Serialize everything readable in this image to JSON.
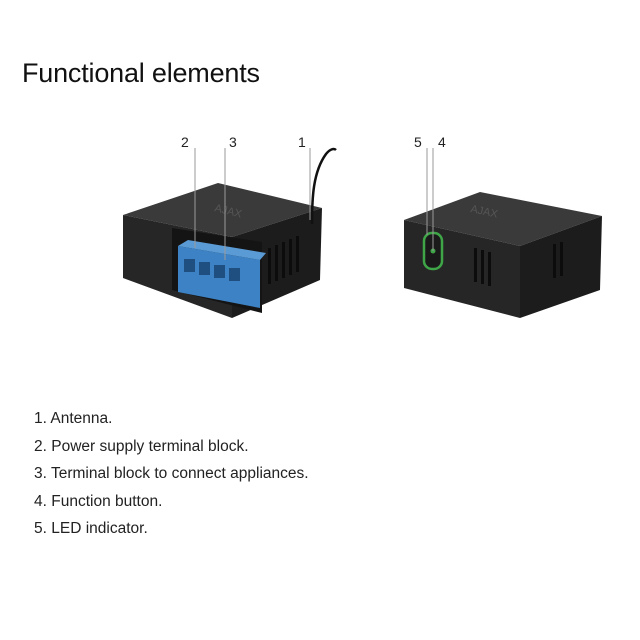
{
  "heading": "Functional elements",
  "logo_text": "AJAX",
  "callouts": {
    "antenna": "1",
    "power_block": "2",
    "appliance_block": "3",
    "function_button": "4",
    "led": "5"
  },
  "legend": [
    {
      "num": "1",
      "text": "Antenna."
    },
    {
      "num": "2",
      "text": "Power supply terminal block."
    },
    {
      "num": "3",
      "text": "Terminal block to connect appliances."
    },
    {
      "num": "4",
      "text": "Function button."
    },
    {
      "num": "5",
      "text": "LED indicator."
    }
  ],
  "colors": {
    "housing": "#2b2b2b",
    "terminal_block": "#3d82c4",
    "led_highlight": "#3fa648"
  }
}
